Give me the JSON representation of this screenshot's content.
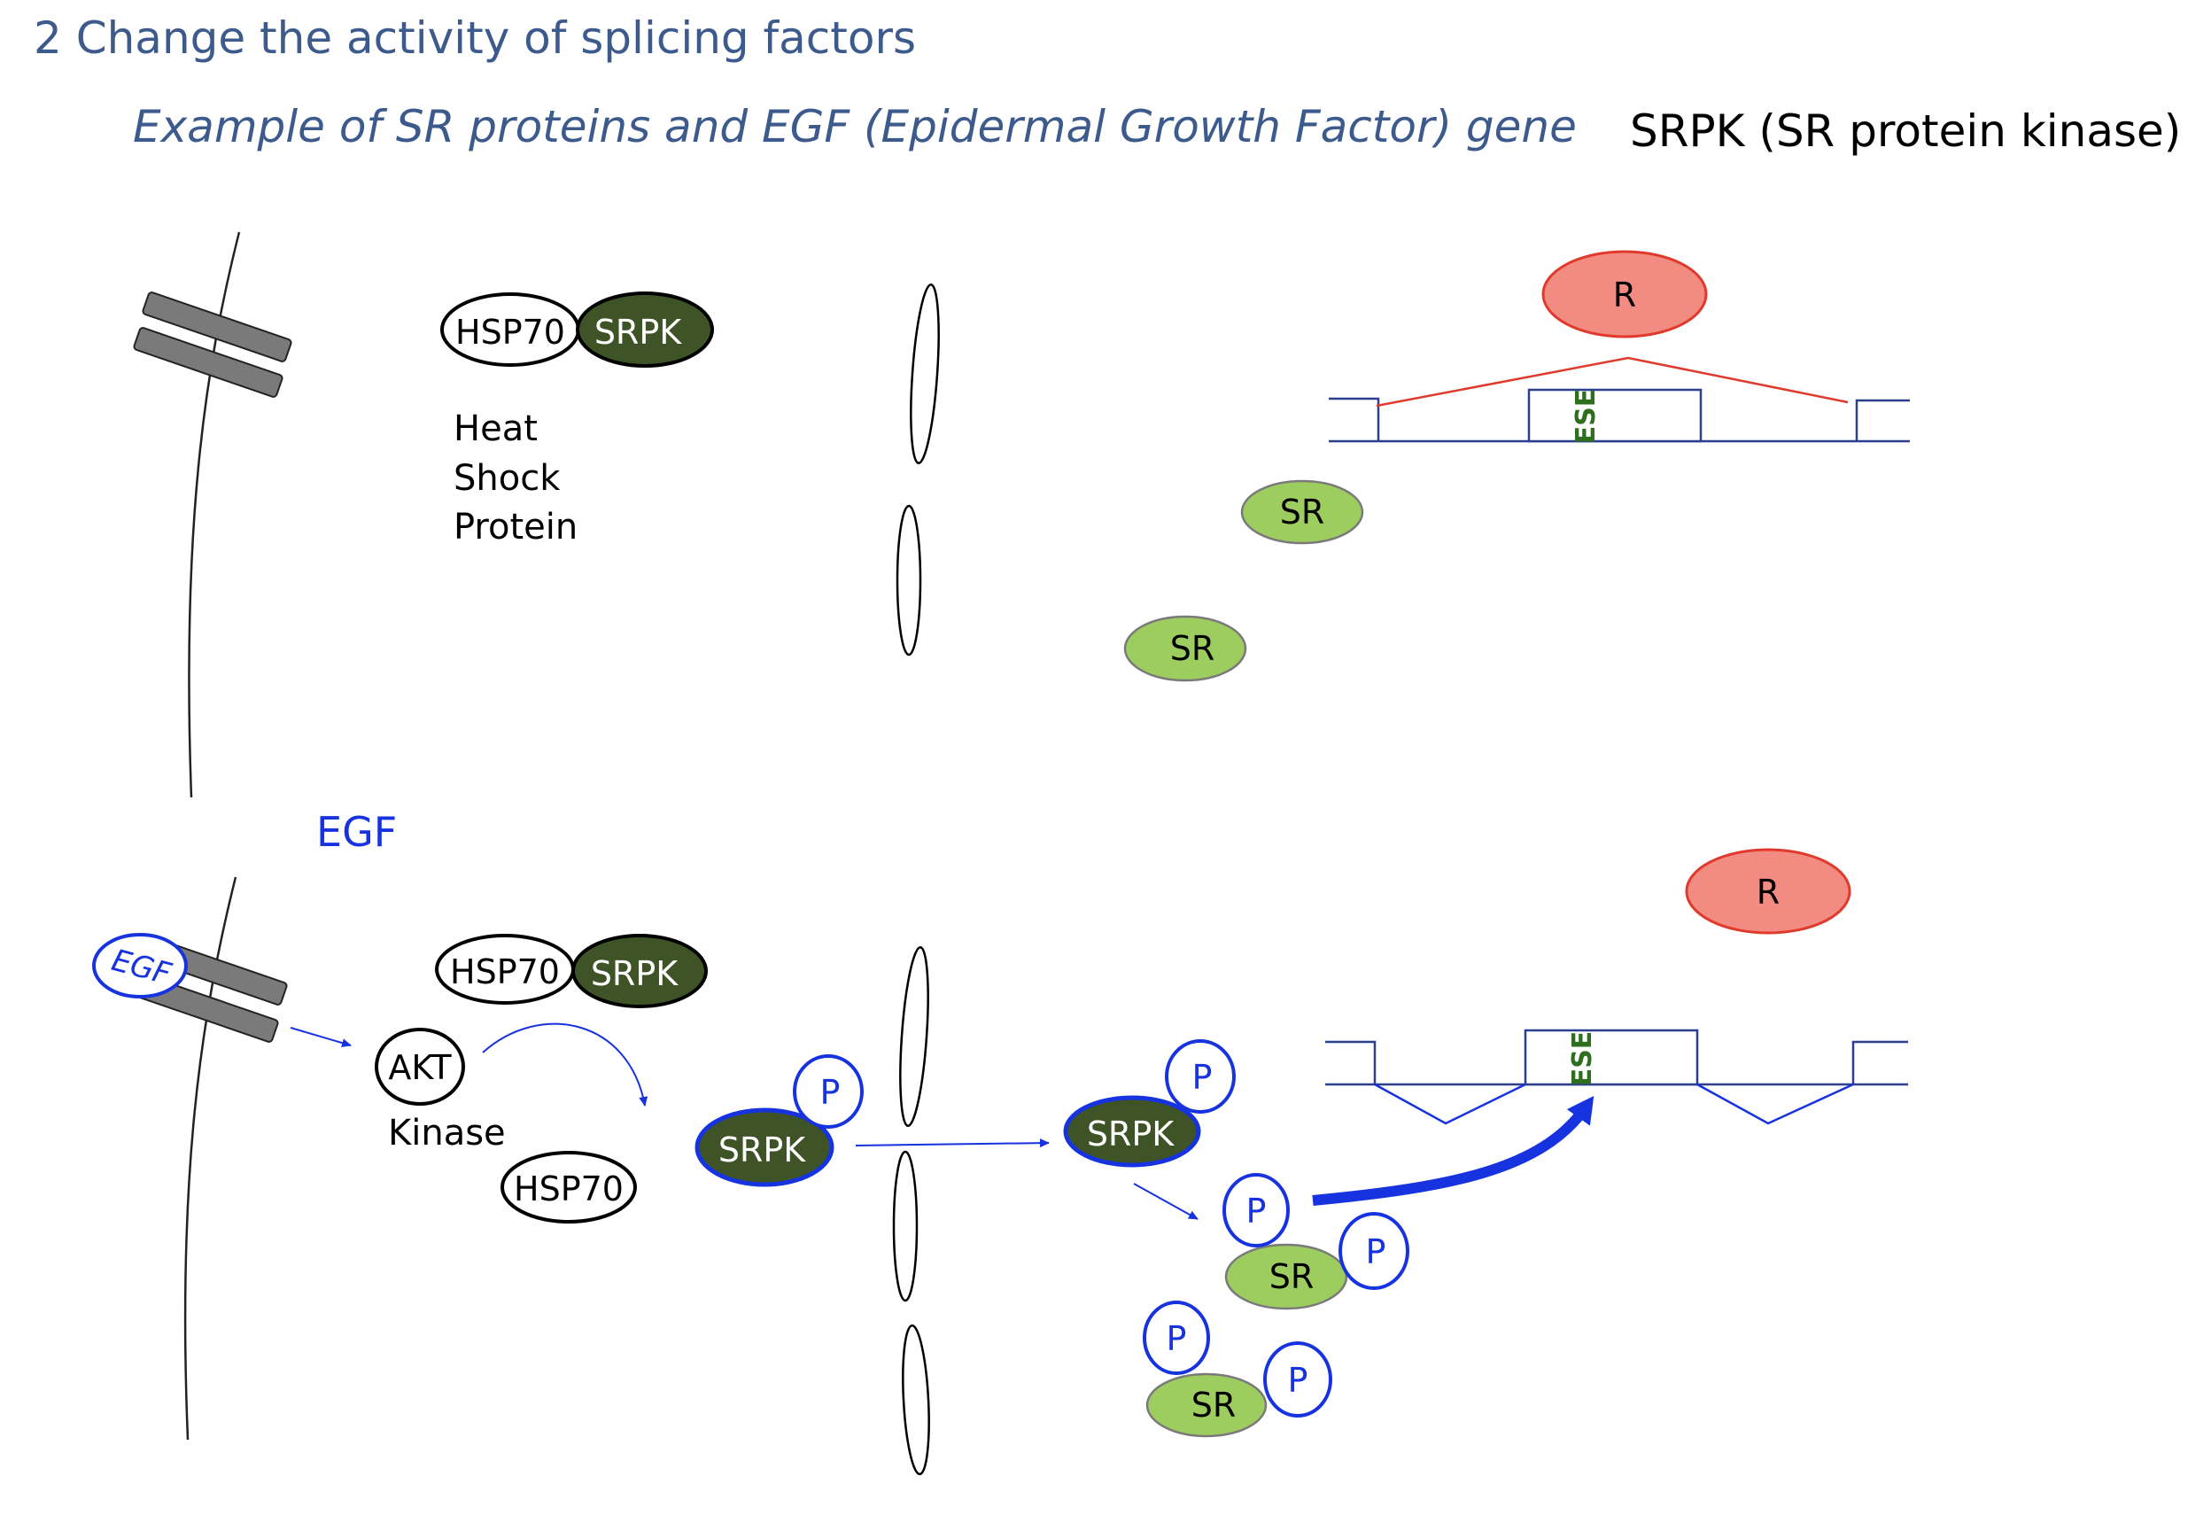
{
  "heading": {
    "title": "2 Change the activity of splicing factors",
    "subtitle": "Example of SR proteins and  EGF (Epidermal Growth Factor) gene",
    "srpk_note": "SRPK (SR protein kinase)"
  },
  "labels": {
    "egf": "EGF",
    "hsp70": "HSP70",
    "srpk": "SRPK",
    "sr": "SR",
    "r": "R",
    "ese": "ESE",
    "p": "P",
    "akt": "AKT",
    "kinase": "Kinase",
    "heat": "Heat",
    "shock": "Shock",
    "protein": "Protein"
  },
  "colors": {
    "title_blue": "#3c5a8c",
    "arrow_blue": "#1733e0",
    "srpk_green": "#3e5427",
    "sr_green": "#9dcc5f",
    "r_red": "#f28b82",
    "r_border": "#e03a2c",
    "gene_blue": "#2c3f8f",
    "ese_green": "#2e6e1e",
    "receptor_gray": "#7a7a7a"
  }
}
